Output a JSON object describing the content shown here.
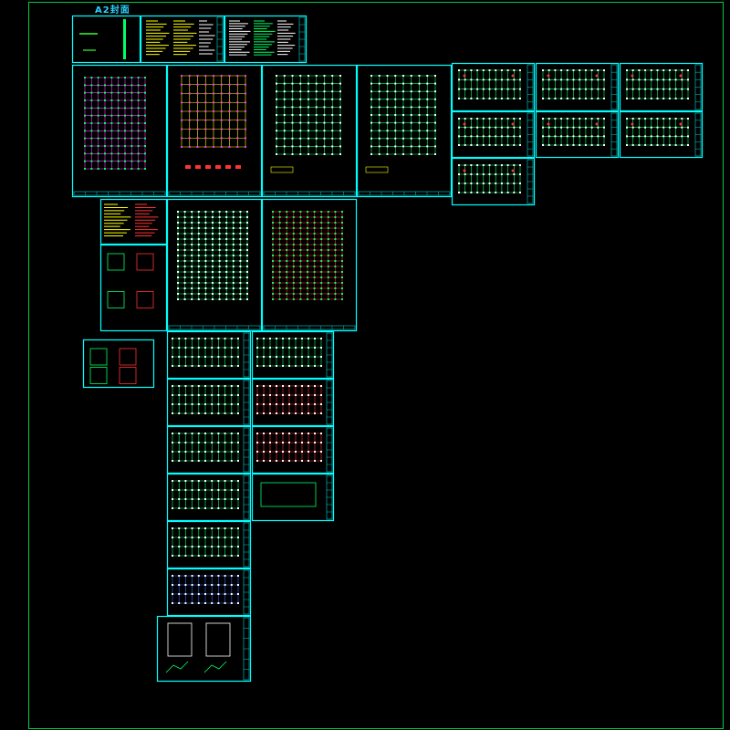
{
  "header": {
    "title": "A2封面"
  },
  "colors": {
    "background": "#000000",
    "frame": "#00ffff",
    "outer_border": "#00cc44",
    "axis_lines": "#ffff00",
    "grid": "#00ff66",
    "beams": "#ff33ff",
    "columns": "#ff3333",
    "text": "#ffffff",
    "note_yellow": "#ffff00",
    "detail_blue": "#3366ff"
  },
  "sheets": [
    {
      "id": "cover",
      "kind": "cover"
    },
    {
      "id": "notes-1",
      "kind": "notes"
    },
    {
      "id": "notes-2",
      "kind": "notes-dense"
    },
    {
      "id": "pile-plan",
      "kind": "plan-magenta"
    },
    {
      "id": "foundation-plan",
      "kind": "plan-yellow"
    },
    {
      "id": "column-plan",
      "kind": "plan-white"
    },
    {
      "id": "beam-plan",
      "kind": "plan-white"
    },
    {
      "id": "detail-r1",
      "kind": "mini-plan"
    },
    {
      "id": "detail-r2",
      "kind": "mini-plan"
    },
    {
      "id": "detail-r3",
      "kind": "mini-plan"
    },
    {
      "id": "detail-r4",
      "kind": "mini-plan"
    },
    {
      "id": "detail-r5",
      "kind": "mini-plan"
    },
    {
      "id": "detail-r6",
      "kind": "mini-plan"
    },
    {
      "id": "detail-r7",
      "kind": "mini-plan"
    },
    {
      "id": "table-sheet",
      "kind": "table"
    },
    {
      "id": "section-details",
      "kind": "details"
    },
    {
      "id": "floor-plan-a",
      "kind": "plan-dense"
    },
    {
      "id": "floor-plan-b",
      "kind": "plan-red"
    },
    {
      "id": "small-details",
      "kind": "details"
    },
    {
      "id": "strip-a1",
      "kind": "strip"
    },
    {
      "id": "strip-a2",
      "kind": "strip"
    },
    {
      "id": "strip-a3",
      "kind": "strip"
    },
    {
      "id": "strip-a4",
      "kind": "strip"
    },
    {
      "id": "strip-a5",
      "kind": "strip"
    },
    {
      "id": "strip-a6",
      "kind": "strip-blue"
    },
    {
      "id": "strip-b1",
      "kind": "strip"
    },
    {
      "id": "strip-b2",
      "kind": "strip-red"
    },
    {
      "id": "strip-b3",
      "kind": "strip-red"
    },
    {
      "id": "strip-b4",
      "kind": "strip-empty"
    },
    {
      "id": "stair-details",
      "kind": "stairs"
    }
  ]
}
